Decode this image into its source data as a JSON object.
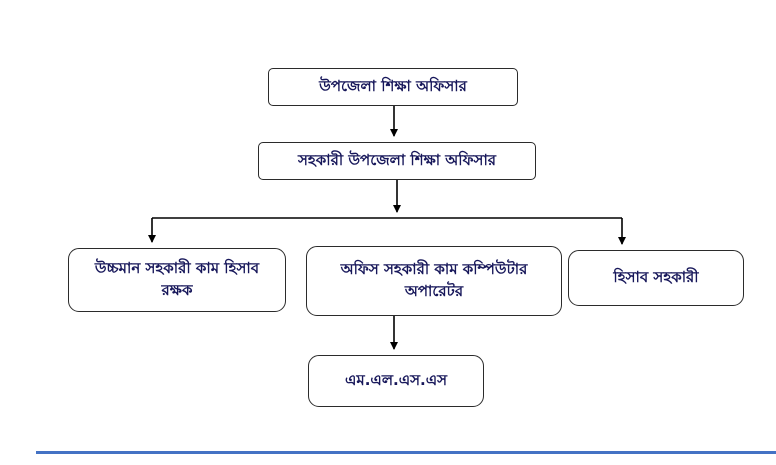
{
  "chart_type": "org-chart",
  "nodes": {
    "root": {
      "label": "উপজেলা শিক্ষা অফিসার"
    },
    "level2": {
      "label": "সহকারী উপজেলা শিক্ষা অফিসার"
    },
    "left": {
      "label": "উচ্চমান সহকারী কাম হিসাব রক্ষক"
    },
    "middle": {
      "label": "অফিস সহকারী কাম কম্পিউটার অপারেটর"
    },
    "right": {
      "label": "হিসাব সহকারী"
    },
    "bottom": {
      "label": "এম.এল.এস.এস"
    }
  },
  "edges": [
    {
      "from": "root",
      "to": "level2"
    },
    {
      "from": "level2",
      "to": "left"
    },
    {
      "from": "level2",
      "to": "middle"
    },
    {
      "from": "level2",
      "to": "right"
    },
    {
      "from": "middle",
      "to": "bottom"
    }
  ],
  "colors": {
    "text": "#17175a",
    "box_border": "#2b2b2b",
    "connector": "#000000",
    "divider": "#4472c4",
    "background": "#ffffff"
  }
}
